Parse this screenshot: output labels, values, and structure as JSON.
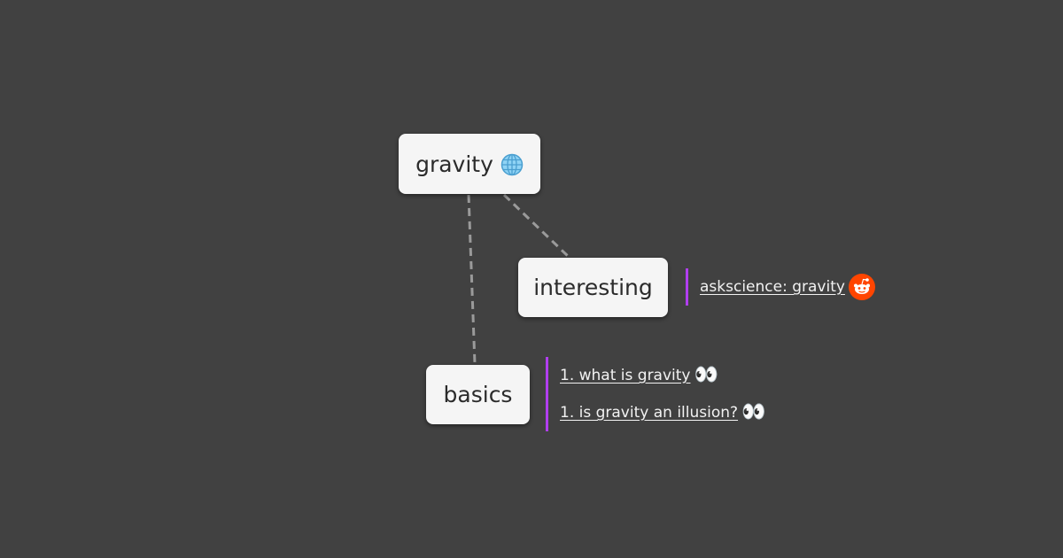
{
  "mindmap": {
    "root": {
      "label": "gravity",
      "icon": "globe-icon"
    },
    "branches": [
      {
        "label": "interesting",
        "notes": [
          {
            "text": "askscience: gravity",
            "icon": "reddit-icon"
          }
        ]
      },
      {
        "label": "basics",
        "notes": [
          {
            "text": "1. what is gravity",
            "icon": "eyes-icon",
            "emoji": "👀"
          },
          {
            "text": "1. is gravity an illusion?",
            "icon": "eyes-icon",
            "emoji": "👀"
          }
        ]
      }
    ]
  },
  "colors": {
    "background": "#414141",
    "node_fill": "#f5f5f5",
    "connector": "#9a9a9a",
    "note_bar": "#b13ef0",
    "reddit_orange": "#ff4500"
  }
}
